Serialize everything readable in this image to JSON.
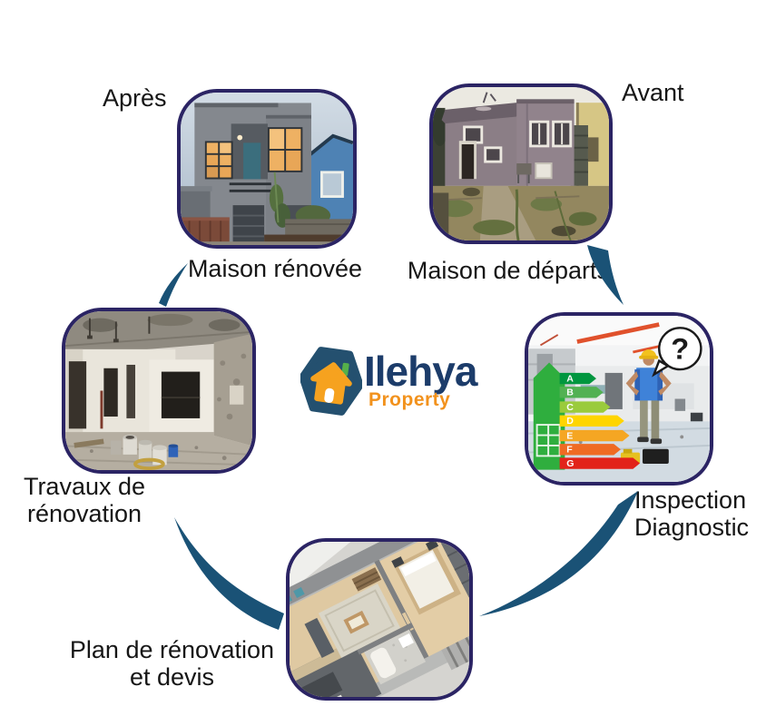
{
  "logo": {
    "name": "Ilehya",
    "subtitle": "Property",
    "name_color": "#1c3c6a",
    "subtitle_color": "#f2921d",
    "hexagon_color": "#24506f",
    "house_color": "#f6a21f",
    "chimney_color": "#55b04a"
  },
  "labels": {
    "apres_tag": "Après",
    "avant_tag": "Avant",
    "apres_caption": "Maison rénovée",
    "avant_caption": "Maison de départs",
    "inspection_caption": "Inspection\nDiagnostic",
    "plan_caption": "Plan de rénovation\net devis",
    "travaux_caption": "Travaux de\nrénovation"
  },
  "energy": {
    "letters": [
      "A",
      "B",
      "C",
      "D",
      "E",
      "F",
      "G"
    ],
    "colors": [
      "#00963f",
      "#52b153",
      "#9acb3c",
      "#ffd500",
      "#f5a623",
      "#ef6b23",
      "#e2231a"
    ],
    "question_mark": "?"
  },
  "arrows": {
    "color": "#1a5276"
  },
  "card_border_color": "#2b2464"
}
